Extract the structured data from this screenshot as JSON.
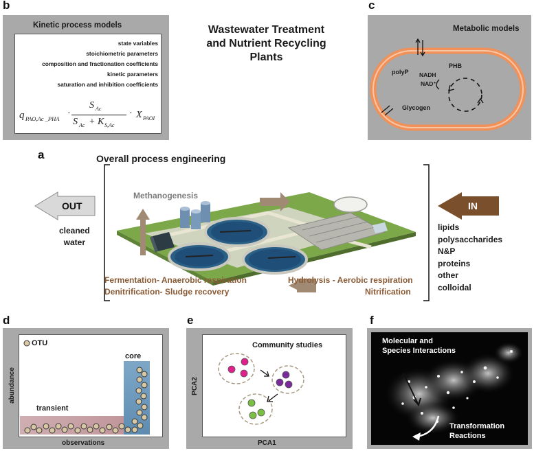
{
  "title": {
    "line1": "Wastewater Treatment",
    "line2": "and Nutrient Recycling",
    "line3": "Plants"
  },
  "panel_b": {
    "label": "b",
    "heading": "Kinetic process models",
    "items": [
      "state variables",
      "stoichiometric parameters",
      "composition and fractionation coefficients",
      "kinetic parameters",
      "saturation and inhibition coefficients"
    ],
    "equation": {
      "q": "q",
      "q_sub": "PAO,Ac _PHA",
      "num": "S",
      "num_sub": "Ac",
      "den_a": "S",
      "den_a_sub": "Ac",
      "den_plus": "+",
      "den_b": "K",
      "den_b_sub": "S,Ac",
      "dot1": "·",
      "dot2": "·",
      "x": "X",
      "x_sub": "PAOI"
    }
  },
  "panel_c": {
    "label": "c",
    "heading": "Metabolic models",
    "polyp": "polyP",
    "phb": "PHB",
    "nadh": "NADH",
    "nad": "NAD⁺",
    "glycogen": "Glycogen"
  },
  "panel_a": {
    "label": "a",
    "heading": "Overall process engineering",
    "out_label": "OUT",
    "in_label": "IN",
    "out_text": [
      "cleaned",
      "water"
    ],
    "in_list": [
      "lipids",
      "polysaccharides",
      "N&P",
      "proteins",
      "other",
      "colloidal"
    ],
    "methanogenesis": "Methanogenesis",
    "left_line1": "Fermentation- Anaerobic respiration",
    "left_line2": "Denitrification- Sludge recovery",
    "right_line1": "Hydrolysis - Aerobic respiration",
    "right_line2": "Nitrification"
  },
  "panel_d": {
    "label": "d",
    "legend": "OTU",
    "core": "core",
    "transient": "transient",
    "xlabel": "observations",
    "ylabel": "abundance"
  },
  "panel_e": {
    "label": "e",
    "heading": "Community studies",
    "xlabel": "PCA1",
    "ylabel": "PCA2"
  },
  "panel_f": {
    "label": "f",
    "text1a": "Molecular and",
    "text1b": "Species Interactions",
    "text2a": "Transformation",
    "text2b": "Reactions"
  },
  "colors": {
    "panel_gray": "#a9a9a9",
    "brown_text": "#8a5a34",
    "in_arrow": "#7a4f2c",
    "out_arrow": "#d9d9d9",
    "grass": "#7da84a",
    "tank_blue": "#1f4e78",
    "core_blue": "#6c97b9",
    "transient_pink": "#c9a0a4",
    "cell_orange": "#f0915a",
    "magenta": "#e0208c",
    "purple": "#7a2a9a",
    "green": "#79c043"
  }
}
